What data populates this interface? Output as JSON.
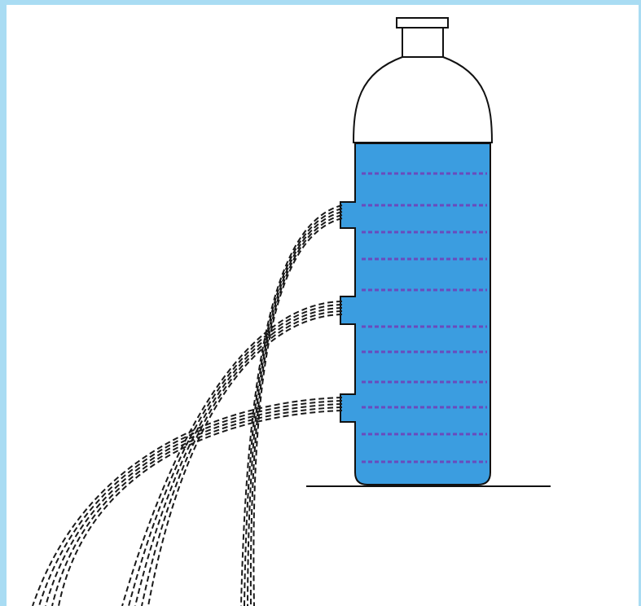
{
  "figure": {
    "colors": {
      "frame": "#a9dcf3",
      "water": "#3b9de0",
      "water_lines": "#6a4bbd",
      "outline": "#111111",
      "streams": "#1a1a1a",
      "background": "#ffffff"
    },
    "holes": [
      "upper-hole",
      "middle-hole",
      "lower-hole"
    ],
    "water_level_lines_count": 11,
    "streams_per_hole": 5
  }
}
